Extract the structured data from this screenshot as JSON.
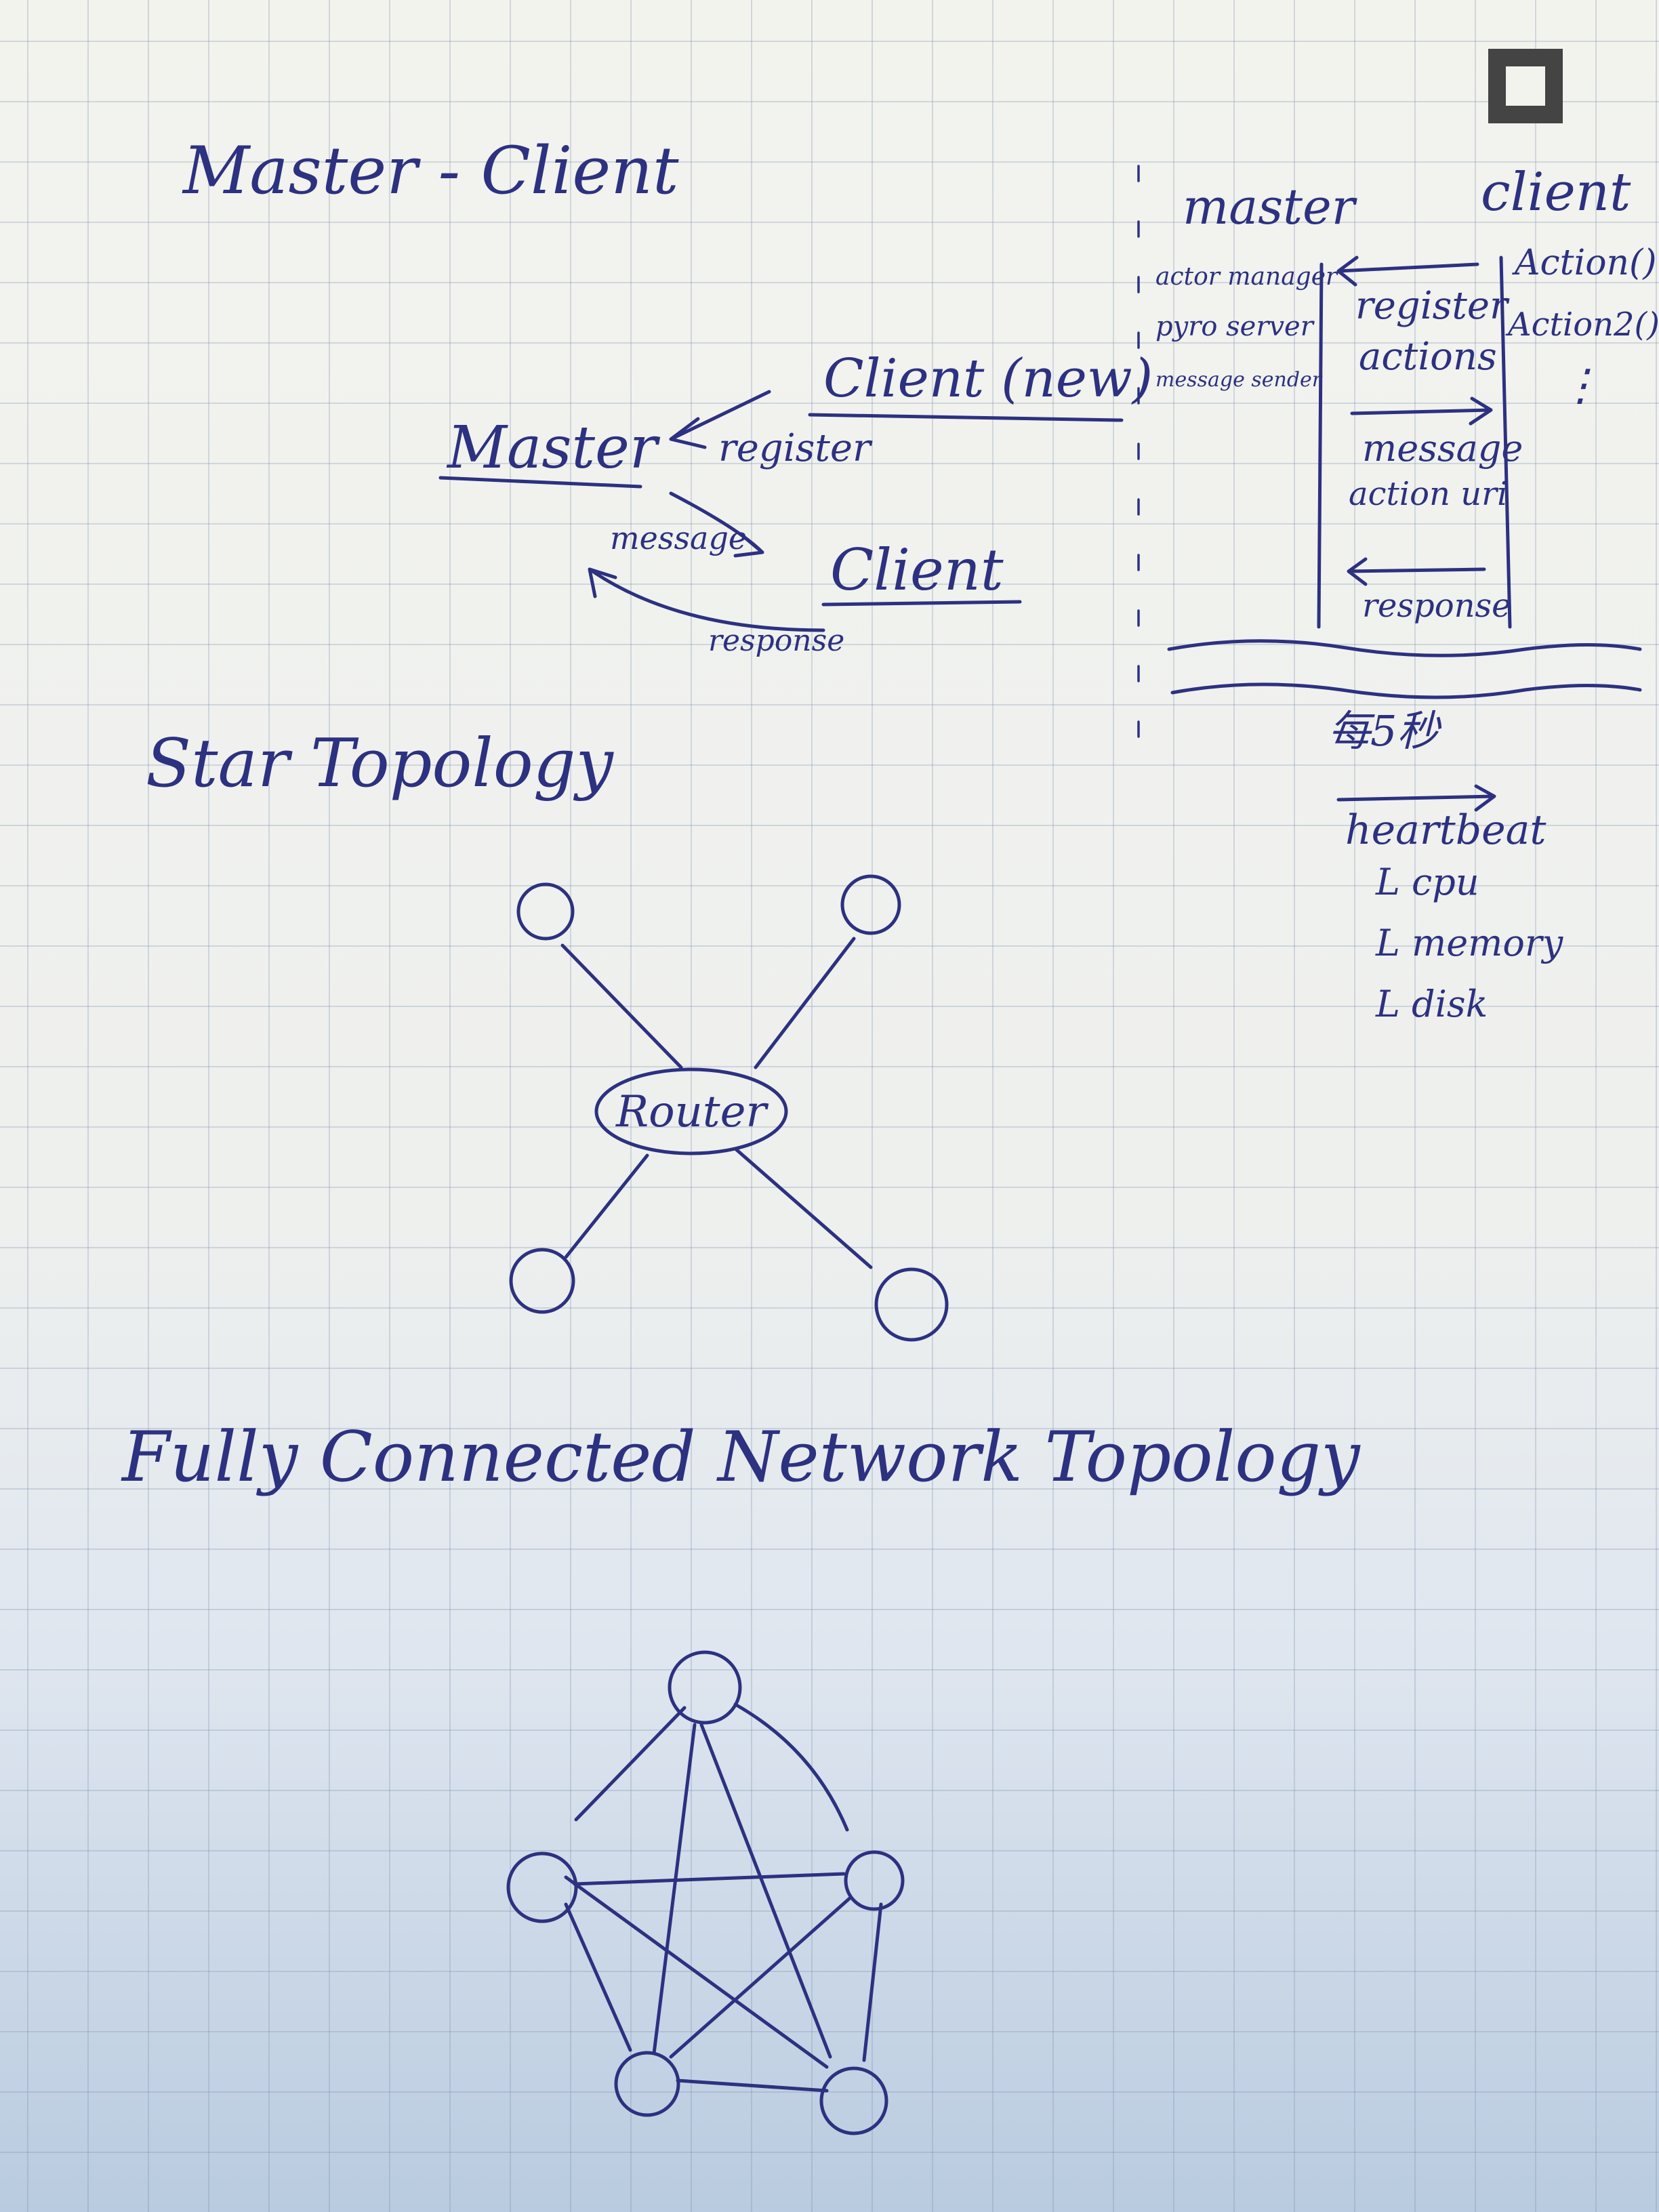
{
  "sections": {
    "master_client": {
      "title": "Master - Client",
      "left": {
        "client_new": "Client (new)",
        "master": "Master",
        "register": "register",
        "message": "message",
        "client": "Client",
        "response": "response"
      },
      "sequence": {
        "master_header": "master",
        "client_header": "client",
        "master_items": [
          "actor manager",
          "pyro server",
          "message sender"
        ],
        "client_items": [
          "Action()",
          "Action2()",
          "⋮"
        ],
        "arrow1": [
          "register",
          "actions"
        ],
        "arrow2": [
          "message",
          "action uri"
        ],
        "arrow3": "response",
        "interval": "每5秒",
        "heartbeat": "heartbeat",
        "heartbeat_items": [
          "L cpu",
          "L memory",
          "L disk"
        ]
      }
    },
    "star": {
      "title": "Star Topology",
      "center": "Router"
    },
    "full": {
      "title": "Fully Connected Network Topology"
    }
  }
}
